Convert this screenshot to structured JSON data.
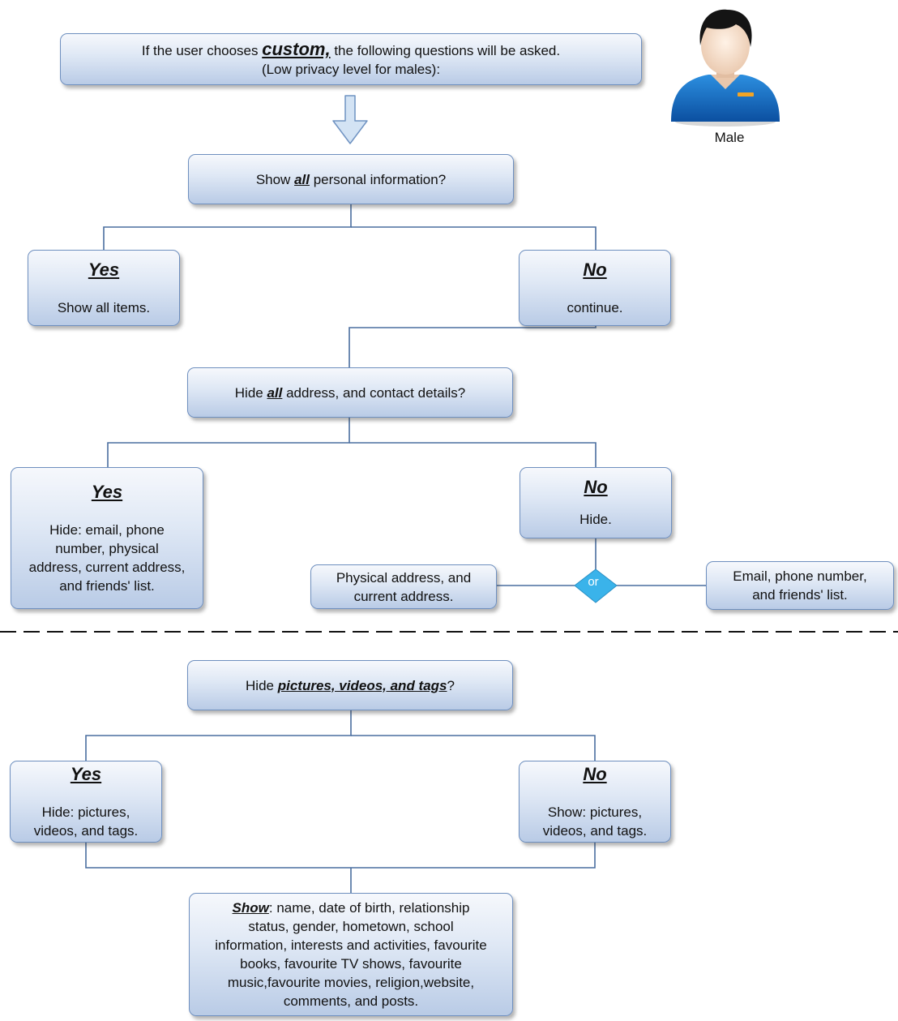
{
  "intro": {
    "prefix": "If the user chooses ",
    "keyword": "custom,",
    "suffix": " the following questions will be asked.",
    "line2": "(Low privacy level for males):"
  },
  "male_label": "Male",
  "q1": {
    "prefix": "Show ",
    "keyword": "all",
    "suffix": " personal information?",
    "yes": {
      "heading": "Yes",
      "text": "Show all items."
    },
    "no": {
      "heading": "No",
      "text": "continue."
    }
  },
  "q2": {
    "prefix": "Hide ",
    "keyword": "all",
    "suffix": " address, and contact details?",
    "yes": {
      "heading": "Yes",
      "lines": [
        "Hide: email, phone",
        "number, physical",
        "address, current address,",
        "and friends' list."
      ]
    },
    "no": {
      "heading": "No",
      "text": "Hide."
    },
    "or_label": "or",
    "option_left": [
      "Physical address, and",
      "current address."
    ],
    "option_right": [
      "Email, phone number,",
      "and friends' list."
    ]
  },
  "q3": {
    "prefix": "Hide ",
    "keyword": "pictures, videos, and tags",
    "suffix": "?",
    "yes": {
      "heading": "Yes",
      "lines": [
        "Hide: pictures,",
        "videos, and tags."
      ]
    },
    "no": {
      "heading": "No",
      "lines": [
        "Show: pictures,",
        "videos, and tags."
      ]
    }
  },
  "show_box": {
    "keyword": "Show",
    "lines": [
      ": name, date of birth, relationship",
      "status, gender, hometown, school",
      "information, interests and activities, favourite",
      "books, favourite TV shows, favourite",
      "music,favourite movies, religion,website,",
      "comments, and posts."
    ]
  },
  "colors": {
    "box_border": "#6e8fbf",
    "connector": "#4a6e9f",
    "decision_diamond": "#3ab3ea",
    "arrow_fill": "#d3e3f4"
  },
  "icons": {
    "avatar": "male-user-icon",
    "arrow": "down-arrow-icon"
  }
}
